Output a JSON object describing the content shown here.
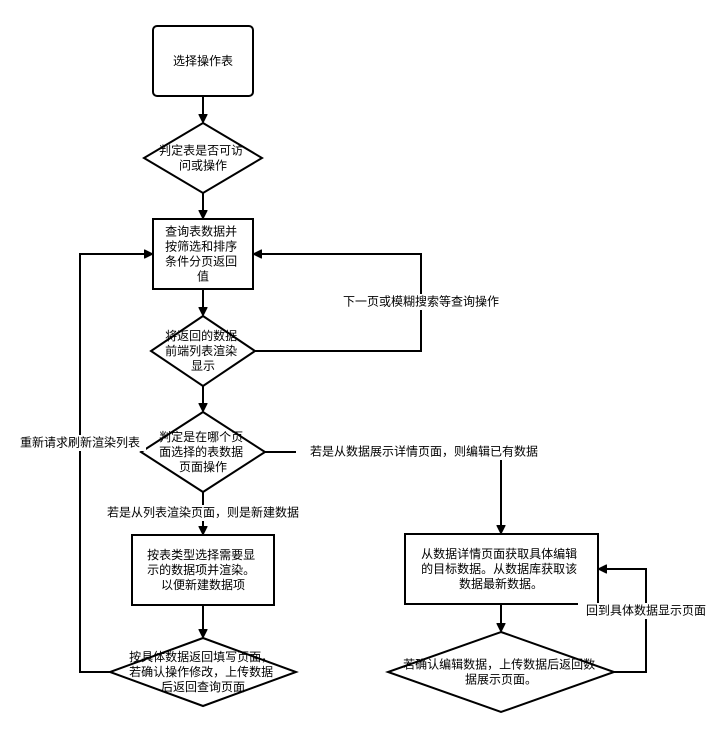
{
  "nodes": {
    "select_table": [
      "选择操作表"
    ],
    "check_access": [
      "判定表是否可访",
      "问或操作"
    ],
    "query_data": [
      "查询表数据并",
      "按筛选和排序",
      "条件分页返回",
      "值"
    ],
    "render_list": [
      "将返回的数据",
      "前端列表渲染",
      "显示"
    ],
    "which_page": [
      "判定是在哪个页",
      "面选择的表数据",
      "页面操作"
    ],
    "build_by_type": [
      "按表类型选择需要显",
      "示的数据项并渲染。",
      "以便新建数据项"
    ],
    "fill_return": [
      "按具体数据返回填写页面，",
      "若确认操作修改，上传数据",
      "后返回查询页面"
    ],
    "fetch_detail": [
      "从数据详情页面获取具体编辑",
      "的目标数据。从数据库获取该",
      "数据最新数据。"
    ],
    "confirm_edit": [
      "若确认编辑数据，上传数据后返回数",
      "据展示页面。"
    ]
  },
  "edge_labels": {
    "next_page": "下一页或模糊搜索等查询操作",
    "refresh": "重新请求刷新渲染列表",
    "from_detail": "若是从数据展示详情页面，则编辑已有数据",
    "from_list": "若是从列表渲染页面，则是新建数据",
    "back_detail": "回到具体数据显示页面"
  }
}
